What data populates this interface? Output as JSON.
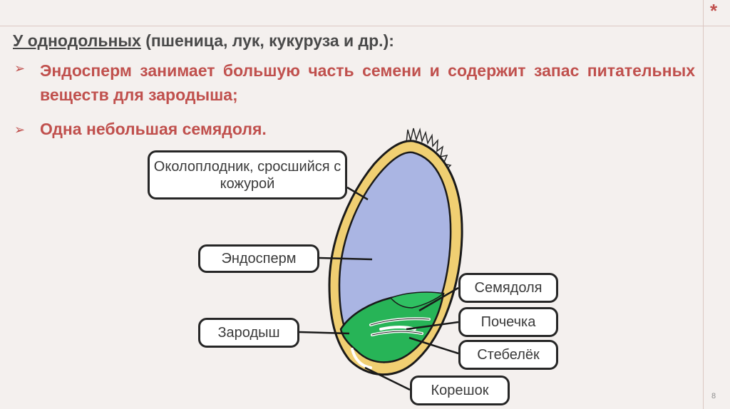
{
  "header": {
    "heading_underlined": "У однодольных",
    "heading_rest": " (пшеница, лук, кукуруза и др.):"
  },
  "bullets": [
    {
      "text": "Эндосперм занимает большую часть семени и содержит запас питательных веществ для зародыша;"
    },
    {
      "text": "Одна небольшая семядоля."
    }
  ],
  "diagram": {
    "labels": {
      "pericarp": "Околоплодник, сросшийся с кожурой",
      "endosperm": "Эндосперм",
      "cotyledon": "Семядоля",
      "bud": "Почечка",
      "embryo": "Зародыш",
      "stem": "Стебелёк",
      "root": "Корешок"
    },
    "colors": {
      "endosperm": "#aab5e3",
      "embryo": "#27b457",
      "pericarp": "#f0cf72",
      "outline": "#1a1a1a"
    }
  },
  "slide": {
    "corner_mark": "*",
    "page_number": "8",
    "accent_color": "#c0504d"
  }
}
